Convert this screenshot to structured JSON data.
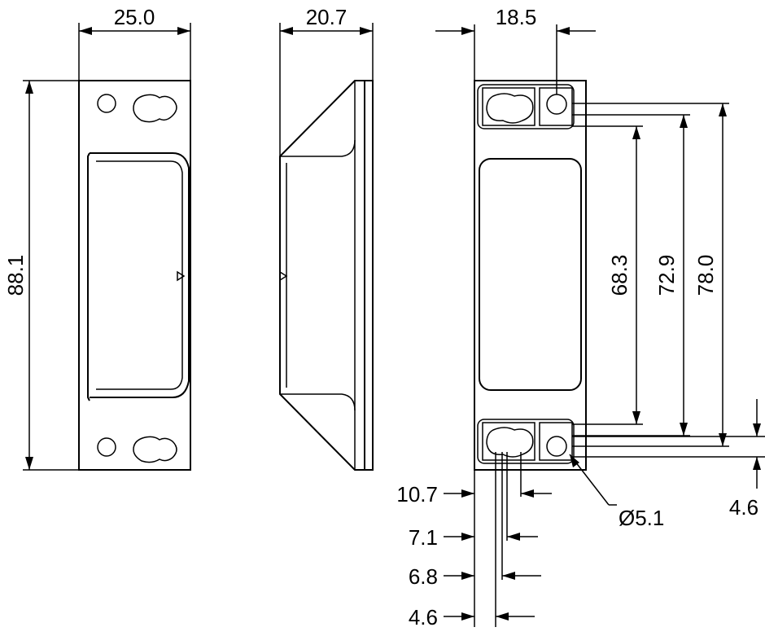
{
  "views": [
    "front",
    "side",
    "back"
  ],
  "dimensions": {
    "front_width": "25.0",
    "front_height": "88.1",
    "side_depth": "20.7",
    "back_width": "18.5",
    "v_683": "68.3",
    "v_729": "72.9",
    "v_780": "78.0",
    "h_107": "10.7",
    "h_71": "7.1",
    "h_68": "6.8",
    "h_46": "4.6",
    "v_46": "4.6",
    "hole_dia": "Ø5.1"
  }
}
